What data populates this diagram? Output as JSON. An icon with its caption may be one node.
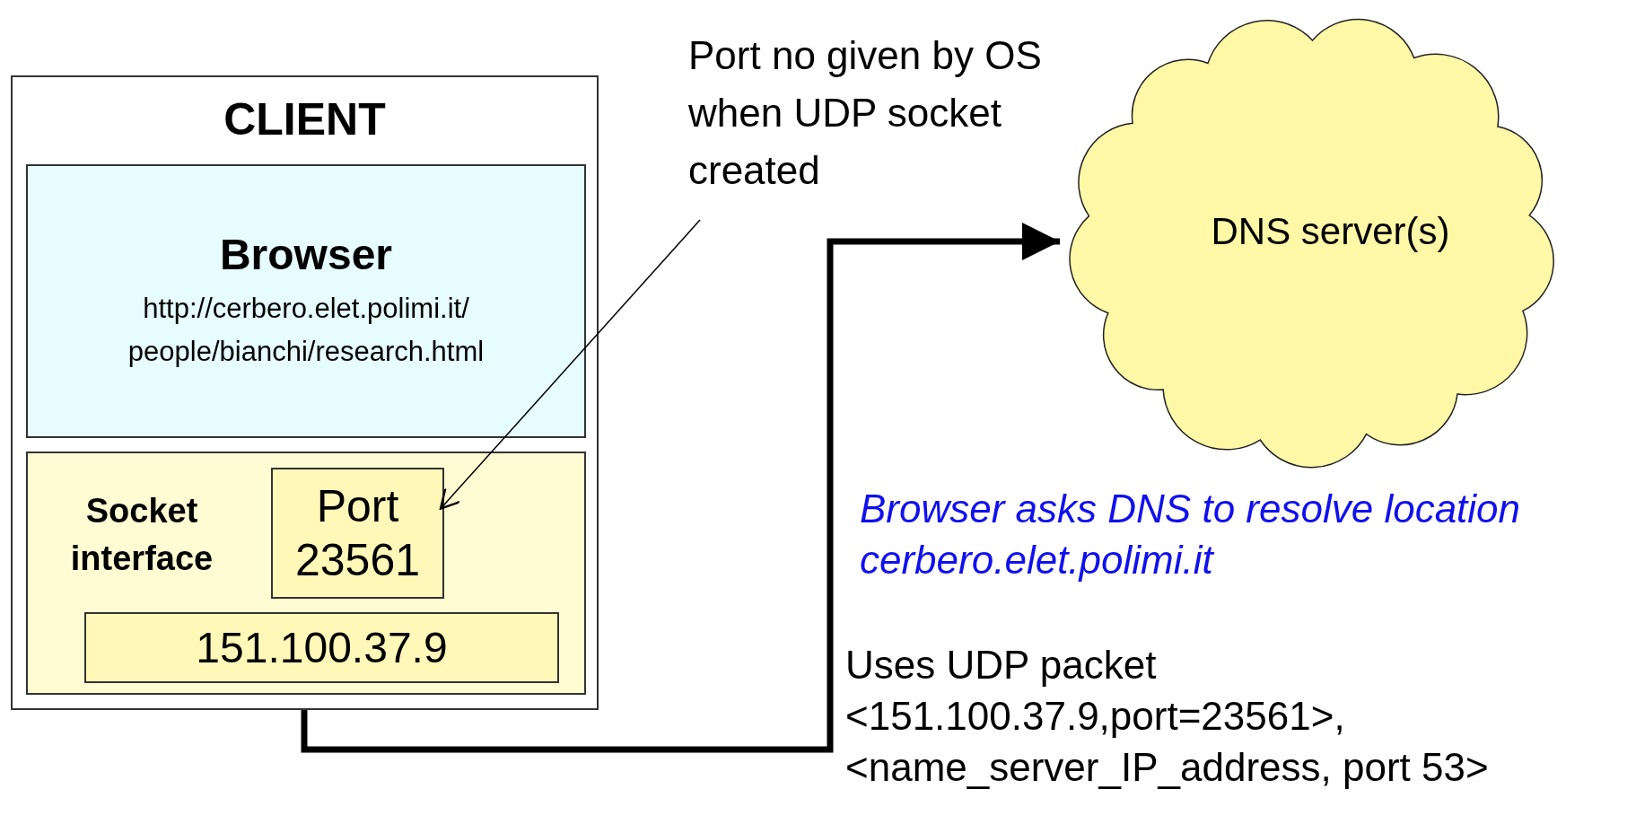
{
  "diagram": {
    "nodes": [
      {
        "text": [
          "CLIENT"
        ]
      },
      {
        "text": [
          "Browser",
          "http://cerbero.elet.polimi.it/ people/bianchi/research.html"
        ],
        "in": 0
      },
      {
        "text": [
          "Socket interface"
        ],
        "in": 0
      },
      {
        "text": [
          "Port 23561"
        ],
        "in": 2
      },
      {
        "text": [
          "151.100.37.9"
        ],
        "in": 2
      },
      {
        "text": [
          "Port no given by OS when UDP socket created"
        ]
      },
      {
        "text": [
          "DNS server(s)"
        ]
      }
    ],
    "edges": [
      {
        "from": 5,
        "to": 3,
        "arrow": "to"
      },
      {
        "from": 0,
        "to": 6,
        "arrow": "to",
        "style": "thick"
      }
    ],
    "labels": [
      "Browser asks DNS to resolve location cerbero.elet.polimi.it",
      "Uses UDP packet <151.100.37.9,port=23561>, <name_server_IP_address, port 53>"
    ]
  }
}
